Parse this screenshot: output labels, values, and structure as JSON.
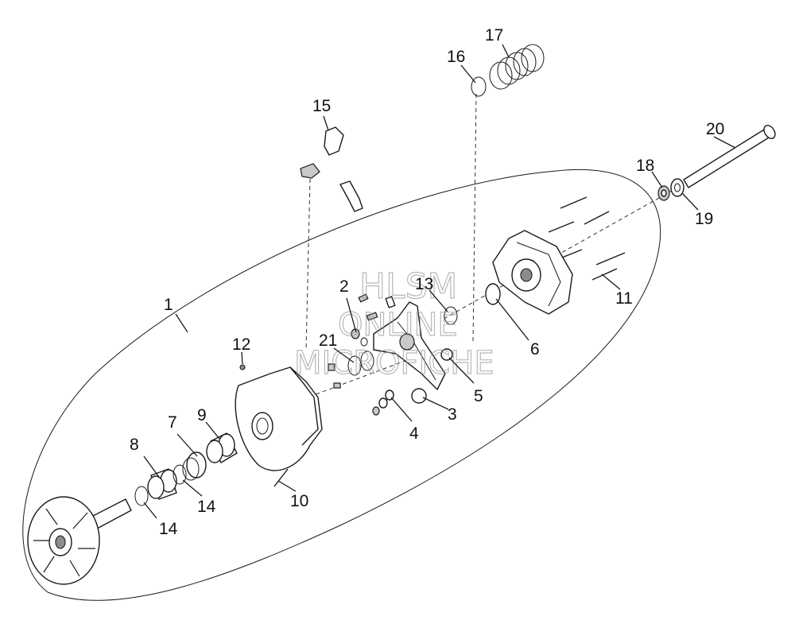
{
  "watermark": {
    "line1": "HLSM",
    "line2": "ONLINE",
    "line3": "MICROFICHE"
  },
  "callouts": [
    "1",
    "2",
    "3",
    "4",
    "5",
    "6",
    "7",
    "8",
    "9",
    "10",
    "11",
    "12",
    "13",
    "14",
    "14",
    "15",
    "16",
    "17",
    "18",
    "19",
    "20",
    "21"
  ]
}
